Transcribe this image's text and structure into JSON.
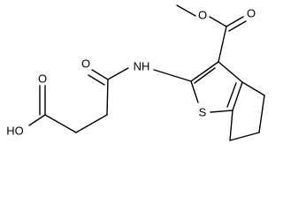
{
  "atom_labels": {
    "ester_o_methyl": "O",
    "ester_o_carbonyl": "O",
    "amide_o": "O",
    "nh": "NH",
    "s": "S",
    "hydroxyl": "HO",
    "acid_o": "O"
  },
  "colors": {
    "ink": "#000000",
    "background": "#ffffff"
  }
}
